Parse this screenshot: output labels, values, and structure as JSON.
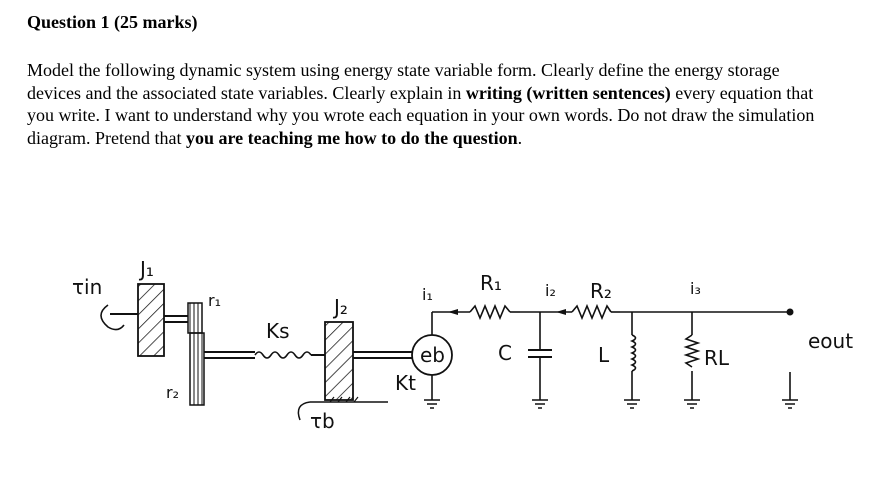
{
  "question": {
    "title": "Question 1 (25 marks)",
    "segments": [
      {
        "text": "Model the following dynamic system using energy state variable form. Clearly define the energy storage devices and the associated state variables. Clearly explain in ",
        "bold": false
      },
      {
        "text": "writing (written sentences)",
        "bold": true
      },
      {
        "text": " every equation that you write. I want to understand why you wrote each equation in your own words. Do not draw the simulation diagram. Pretend that ",
        "bold": false
      },
      {
        "text": "you are teaching me how to do the question",
        "bold": true
      },
      {
        "text": ".",
        "bold": false
      }
    ]
  },
  "diagram": {
    "labels": {
      "tau_in": "τin",
      "J1": "J₁",
      "r1": "r₁",
      "r2": "r₂",
      "J2": "J₂",
      "Ks": "Ks",
      "tau_b": "τb",
      "Kt": "Kt",
      "i1": "i₁",
      "eb": "eb",
      "R1": "R₁",
      "i2": "i₂",
      "R2": "R₂",
      "i3": "i₃",
      "C": "C",
      "L": "L",
      "RL": "RL",
      "eout": "eout"
    }
  }
}
